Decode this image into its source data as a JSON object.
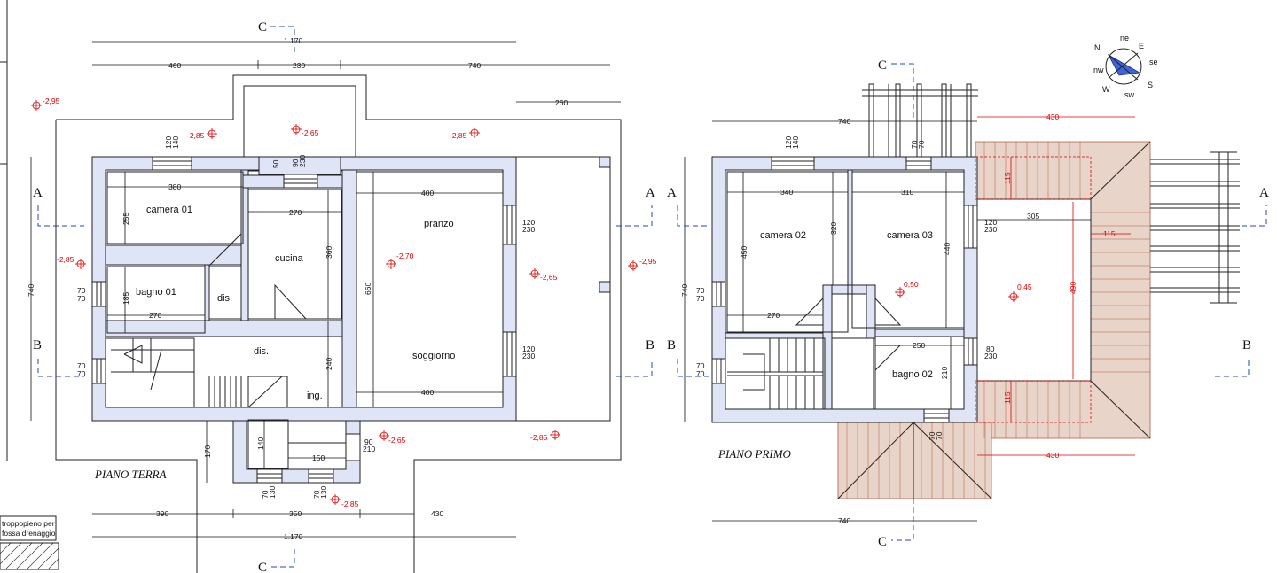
{
  "titles": {
    "ground": "PIANO TERRA",
    "first": "PIANO PRIMO"
  },
  "sections": {
    "a": "A",
    "b": "B",
    "c": "C"
  },
  "compass": [
    "N",
    "ne",
    "E",
    "se",
    "S",
    "sw",
    "W",
    "nw"
  ],
  "rooms_ground": {
    "camera01": "camera 01",
    "bagno01": "bagno 01",
    "dis1": "dis.",
    "dis2": "dis.",
    "cucina": "cucina",
    "pranzo": "pranzo",
    "soggiorno": "soggiorno",
    "ing": "ing."
  },
  "rooms_first": {
    "camera02": "camera 02",
    "camera03": "camera 03",
    "bagno02": "bagno 02"
  },
  "dims_ground": {
    "top_total": "1.170",
    "top_a": "460",
    "top_b": "230",
    "top_c": "740",
    "right_260": "260",
    "bottom_a": "390",
    "bottom_b": "350",
    "bottom_c": "430",
    "bottom_total": "1.170",
    "left_740": "740",
    "left_170": "170",
    "cam01_w": "380",
    "cam01_h": "255",
    "bagno01_w": "270",
    "bagno01_h": "185",
    "cucina_w": "270",
    "cucina_h": "360",
    "pranzo_w": "400",
    "soggiorno_w": "400",
    "living_h": "660",
    "dis_h": "240",
    "porch_w": "150",
    "porch_h": "140",
    "win_top_a1": "120",
    "win_top_a2": "140",
    "win_top_b1": "90",
    "win_top_b2": "230",
    "win_r1a": "120",
    "win_r1b": "230",
    "win_r2a": "120",
    "win_r2b": "230",
    "win_l1a": "70",
    "win_l1b": "70",
    "win_l2a": "70",
    "win_l2b": "70",
    "win_b1a": "70",
    "win_b1b": "130",
    "win_b2a": "70",
    "win_b2b": "130",
    "door_a": "90",
    "door_b": "210"
  },
  "dims_first": {
    "top_740": "740",
    "bottom_740": "740",
    "left_740": "740",
    "right_430": "430",
    "bottom_430": "430",
    "cam02_w": "340",
    "cam02_h": "450",
    "cam03_w": "310",
    "cam03_h": "440",
    "cam02_in": "320",
    "hall_w": "270",
    "bagno02_w": "250",
    "bagno02_h": "210",
    "terr_w": "305",
    "terr_h": "490",
    "terr_115a": "115",
    "terr_115b": "115",
    "terr_115c": "115",
    "win_t1a": "120",
    "win_t1b": "140",
    "win_t2a": "70",
    "win_t2b": "70",
    "win_r1a": "120",
    "win_r1b": "230",
    "win_r2a": "80",
    "win_r2b": "230",
    "win_l1a": "70",
    "win_l1b": "70",
    "win_l2a": "70",
    "win_l2b": "70",
    "win_b1a": "70",
    "win_b1b": "70"
  },
  "levels": {
    "g1": "-2,95",
    "g2": "-2,85",
    "g3": "-2,65",
    "g4": "-2,85",
    "g5": "-2,85",
    "g6": "-2,70",
    "g7": "-2,65",
    "g8": "-2,95",
    "g9": "-2,65",
    "g10": "-2,85",
    "g11": "-2,85",
    "f1": "0,50",
    "f2": "0,45"
  },
  "legend": {
    "line1": "troppopieno per",
    "line2": "fossa drenaggio"
  }
}
